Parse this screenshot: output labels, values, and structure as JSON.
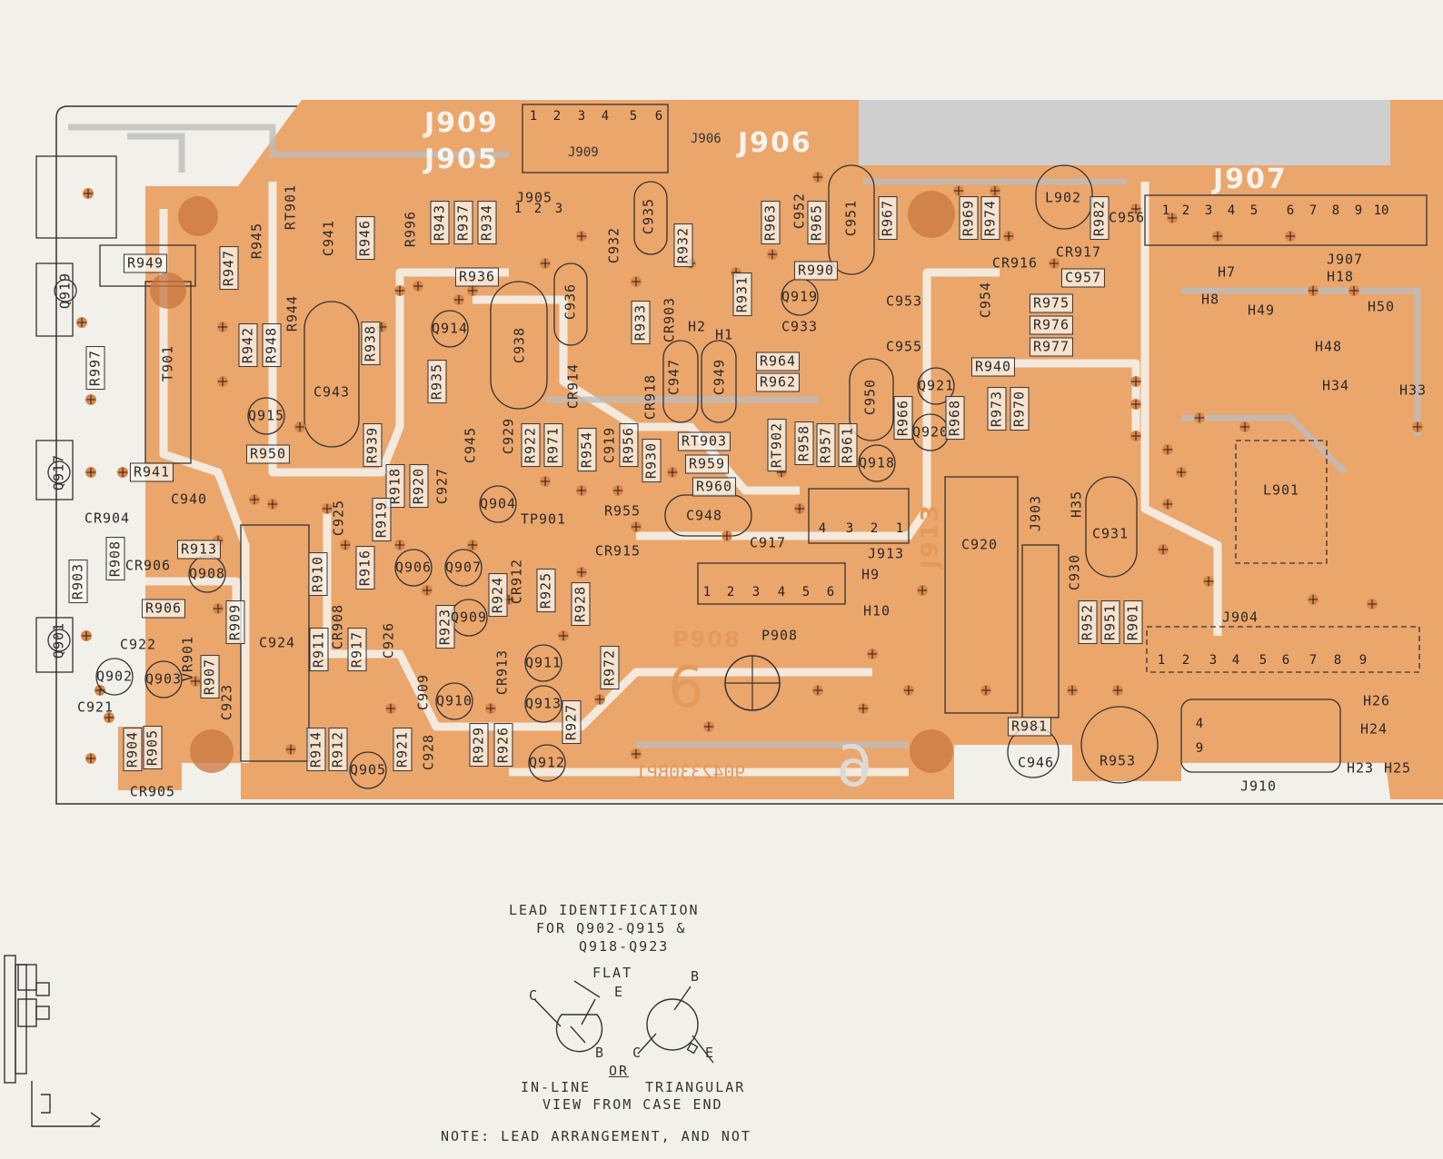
{
  "connectors": {
    "j909": "J909",
    "j905": "J905",
    "j906": "J906",
    "j906_small": "J906",
    "j909_small": "J909",
    "j907": "J907",
    "j913": "J913",
    "p908": "P908",
    "board_number": "6",
    "part_number_mirrored": "9042330BP1"
  },
  "pins": {
    "j909": [
      "1",
      "2",
      "3",
      "4",
      "5",
      "6"
    ],
    "j905": [
      "1",
      "2",
      "3"
    ],
    "j907": [
      "1",
      "2",
      "3",
      "4",
      "5",
      "6",
      "7",
      "8",
      "9",
      "10"
    ],
    "p908": [
      "1",
      "2",
      "3",
      "4",
      "5",
      "6"
    ],
    "j913": [
      "4",
      "3",
      "2",
      "1"
    ],
    "j904": [
      "1",
      "2",
      "3",
      "4",
      "5",
      "6",
      "7",
      "8",
      "9"
    ],
    "j910_row": [
      "4",
      "9"
    ]
  },
  "components": [
    "R949",
    "T901",
    "R997",
    "Q919",
    "Q917",
    "Q901",
    "R947",
    "R945",
    "RT901",
    "C941",
    "R946",
    "R942",
    "R948",
    "R944",
    "C943",
    "R938",
    "Q915",
    "R950",
    "R941",
    "C940",
    "R996",
    "R943",
    "R937",
    "R934",
    "J905",
    "R936",
    "Q914",
    "R935",
    "C938",
    "C936",
    "C932",
    "C935",
    "R932",
    "R933",
    "CR903",
    "H2",
    "H1",
    "R931",
    "R963",
    "C952",
    "R965",
    "C951",
    "R967",
    "R969",
    "R974",
    "L902",
    "R982",
    "C956",
    "J907",
    "R990",
    "Q919",
    "C933",
    "C953",
    "C954",
    "R975",
    "R976",
    "R977",
    "C957",
    "CR917",
    "CR916",
    "C955",
    "R940",
    "R964",
    "R962",
    "C947",
    "C949",
    "CR918",
    "CR914",
    "C929",
    "R922",
    "R971",
    "R954",
    "C919",
    "R956",
    "R930",
    "RT903",
    "R959",
    "R960",
    "RT902",
    "R958",
    "R957",
    "R961",
    "C950",
    "R966",
    "Q921",
    "Q920",
    "R968",
    "R973",
    "R970",
    "Q918",
    "C945",
    "R939",
    "R918",
    "R920",
    "R919",
    "C927",
    "C925",
    "R910",
    "R916",
    "Q906",
    "Q907",
    "Q904",
    "TP901",
    "R955",
    "CR915",
    "C948",
    "C917",
    "J913",
    "H9",
    "H10",
    "P908",
    "C920",
    "J903",
    "H35",
    "C931",
    "C930",
    "R952",
    "R951",
    "R901",
    "L901",
    "J904",
    "J910",
    "H26",
    "H24",
    "H23",
    "H25",
    "R953",
    "R981",
    "C946",
    "H7",
    "H18",
    "H8",
    "H49",
    "H50",
    "H48",
    "H34",
    "H33",
    "CR904",
    "R908",
    "R903",
    "CR906",
    "R913",
    "Q908",
    "R906",
    "C922",
    "Q902",
    "Q903",
    "VR901",
    "R907",
    "R909",
    "C923",
    "C921",
    "R904",
    "R905",
    "CR905",
    "C924",
    "R911",
    "CR908",
    "R917",
    "C926",
    "R914",
    "R912",
    "Q905",
    "R921",
    "C928",
    "C909",
    "Q910",
    "R923",
    "Q909",
    "R924",
    "CR912",
    "R925",
    "R928",
    "R972",
    "CR913",
    "R929",
    "R926",
    "R927",
    "Q911",
    "Q913",
    "Q912"
  ],
  "lead_identification": {
    "title_lines": [
      "LEAD IDENTIFICATION",
      "FOR Q902-Q915 &",
      "Q918-Q923"
    ],
    "flat": "FLAT",
    "inline_pins": {
      "c": "C",
      "e": "E",
      "b": "B"
    },
    "triangular_pins": {
      "b": "B",
      "c": "C",
      "e": "E"
    },
    "or": "OR",
    "inline_label": "IN-LINE",
    "triangular_label": "TRIANGULAR",
    "view_note": "VIEW FROM CASE END",
    "note": "NOTE: LEAD ARRANGEMENT, AND NOT"
  },
  "colors": {
    "copper": "#eba66c",
    "paper": "#f2f0ea",
    "trace": "#c9c9c9",
    "ink": "#2a2a2a"
  }
}
